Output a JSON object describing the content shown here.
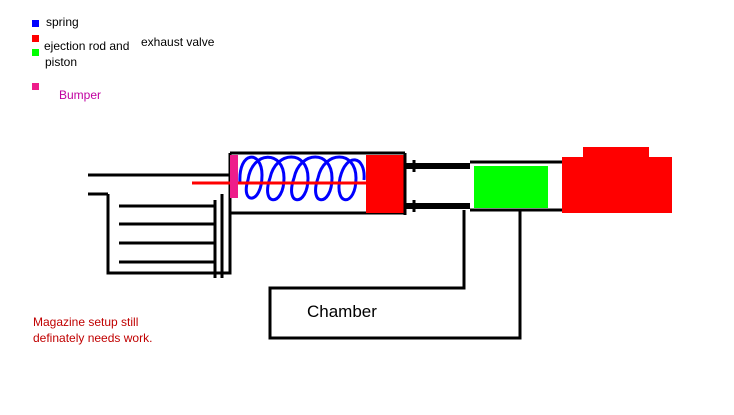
{
  "legend": {
    "spring": {
      "label": "spring",
      "color": "#0000ff"
    },
    "ejection": {
      "label": "ejection rod and",
      "color": "#ff0000"
    },
    "exhaust": {
      "label": "exhaust valve"
    },
    "piston": {
      "label": "piston",
      "color": "#00ff00"
    },
    "bumper": {
      "label": "Bumper",
      "color": "#ee1d8a"
    }
  },
  "diagram": {
    "chamber_label": "Chamber",
    "colors": {
      "outline": "#000000",
      "spring": "#0000ff",
      "rod": "#ff0000",
      "piston": "#00ff00",
      "bumper": "#ee1d8a"
    }
  },
  "note": {
    "line1": "Magazine setup still",
    "line2": "definately needs work."
  }
}
